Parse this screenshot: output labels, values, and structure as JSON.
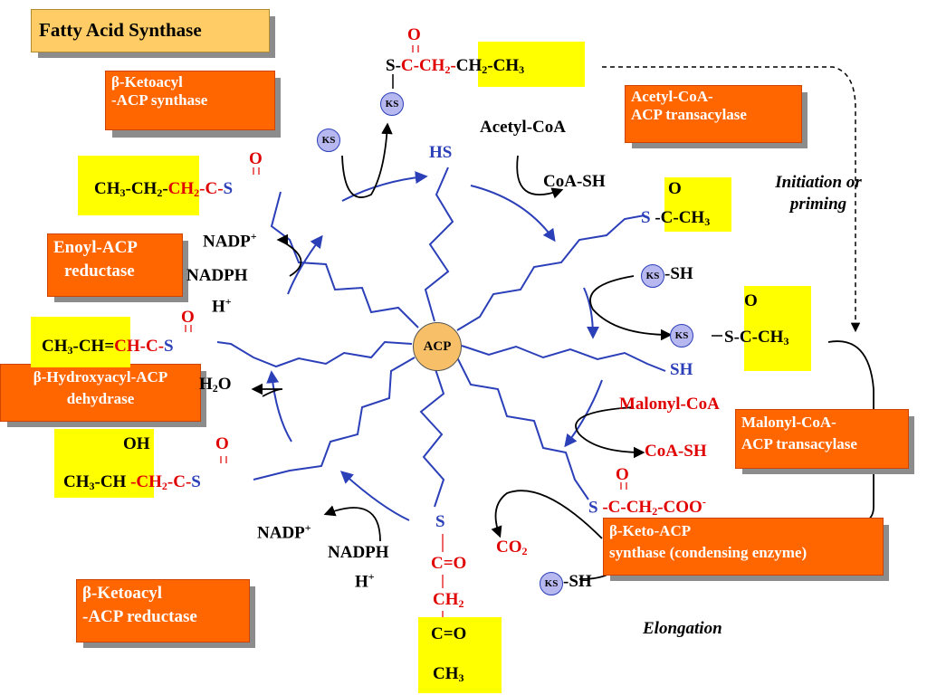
{
  "title": "Fatty Acid Synthase",
  "enzymes": {
    "ketoacyl_synthase": [
      "β-Ketoacyl",
      "-ACP synthase"
    ],
    "acetyl_transacylase": [
      "Acetyl-CoA-",
      "ACP transacylase"
    ],
    "enoyl_reductase": [
      "Enoyl-ACP",
      "reductase"
    ],
    "hydroxyacyl_dehydrase": [
      "β-Hydroxyacyl-ACP",
      "dehydrase"
    ],
    "malonyl_transacylase": [
      "Malonyl-CoA-",
      "ACP transacylase"
    ],
    "condensing": [
      "β-Keto-ACP",
      "synthase (condensing enzyme)"
    ],
    "ketoacyl_reductase": [
      "β-Ketoacyl",
      "-ACP reductase"
    ]
  },
  "labels": {
    "acp": "ACP",
    "ks": "KS",
    "hs": "HS",
    "sh": "SH",
    "acetyl_coa": "Acetyl-CoA",
    "coa_sh": "CoA-SH",
    "malonyl_coa": "Malonyl-CoA",
    "co2": "CO",
    "co2_sub": "2",
    "nadp": "NADP",
    "nadp_sup": "+",
    "nadph": "NADPH",
    "h_plus": "H",
    "h2o": "H",
    "h2o_tail": "O",
    "ks_sh": "-SH",
    "initiation": [
      "Initiation or",
      "priming"
    ],
    "elongation": "Elongation"
  }
}
